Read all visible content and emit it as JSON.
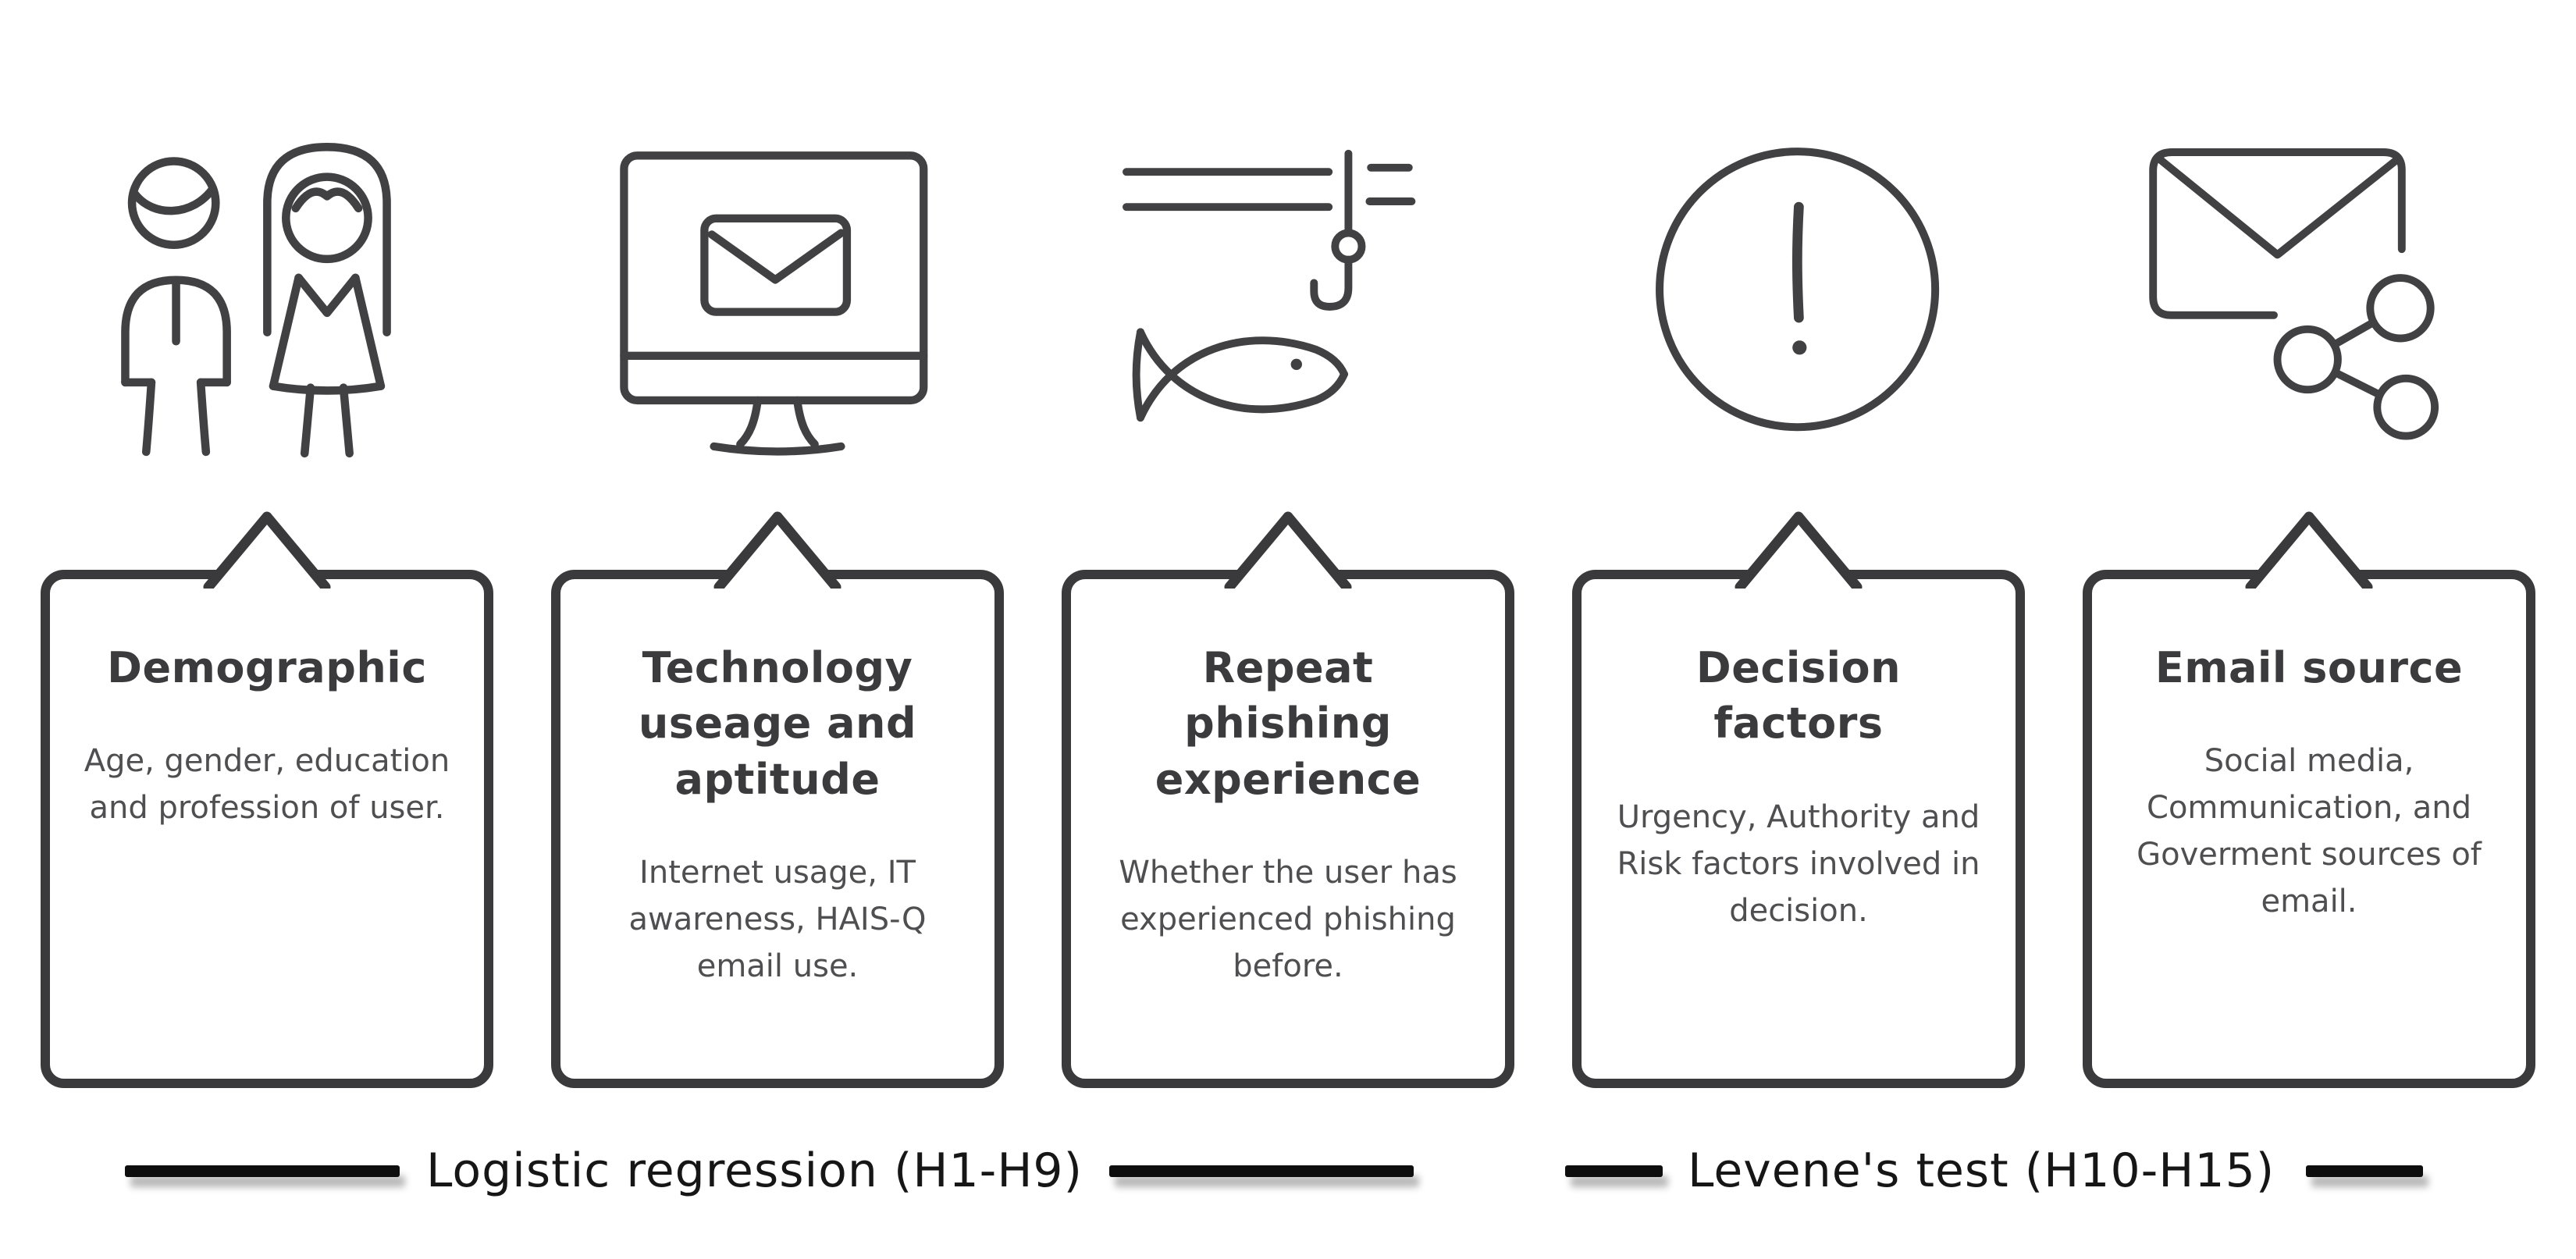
{
  "colors": {
    "icon-stroke": "#414144",
    "card-border": "#3a3a3c",
    "title-text": "#3b3b3d",
    "body-text": "#4f4f51",
    "legend-line": "#0e0e0e",
    "legend-text": "#161616"
  },
  "cards": [
    {
      "icon": "man-woman-people-icon",
      "title": "Demographic",
      "description": "Age, gender, education and profession of user."
    },
    {
      "icon": "monitor-email-icon",
      "title": "Technology useage and aptitude",
      "description": "Internet usage, IT awareness, HAIS-Q email use."
    },
    {
      "icon": "fish-hook-phishing-icon",
      "title": "Repeat phishing experience",
      "description": "Whether the user has experienced phishing before."
    },
    {
      "icon": "exclamation-circle-icon",
      "title": "Decision factors",
      "description": "Urgency, Authority and Risk factors involved in decision."
    },
    {
      "icon": "email-share-icon",
      "title": "Email source",
      "description": "Social media, Communication, and Goverment sources of email."
    }
  ],
  "legend": {
    "left": {
      "label": "Logistic regression (H1-H9)"
    },
    "right": {
      "label": "Levene's test (H10-H15)"
    }
  }
}
